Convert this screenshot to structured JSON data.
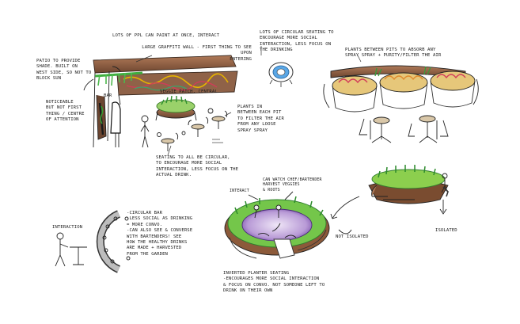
{
  "notes": {
    "patio_shade": "Patio to provide\nshade. Built on\nwest side, so not to\nblock sun",
    "noticeable": "Noticeable\nbut not first\nthing / centre\nof attention",
    "bar_label": "Bar",
    "lots_of_ppl": "Lots of ppl can paint at once, interact",
    "graffiti_wall": "Large graffiti wall - first thing to see\nupon\nentering",
    "veggie_patch": "Veggie patch, central",
    "circular_seating_top": "Lots of circular seating to\nencourage more social\ninteraction, less focus on\nthe drinking",
    "plants_between_pits_left": "Plants in\nbetween each pit\nto filter the air\nfrom any loose\nspray spray",
    "seating_circular": "Seating to all be circular,\nto encourage more social\ninteraction, less focus on the\nactual drink.",
    "plants_between_pits_right": "Plants between pits to absorb any\nspray spray + purity/filter the air",
    "interaction_left": "Interaction",
    "circular_bar": "-Circular bar\n-Less social as drinking\n  = more convo.\n-Can also see & converse\n  with bartenders! see\n  how the healthy drinks\n  are made + harvested\n  from the garden",
    "interact_small": "Interact",
    "can_watch_chef": "Can watch chef/bartender\nharvest veggies\n& roots",
    "inverted_planter": "Inverted planter seating\n-Encourages more social interaction\n& focus on convo. Not someone left to\ndrink on their own",
    "not_isolated": "Not isolated",
    "isolated": "Isolated"
  }
}
